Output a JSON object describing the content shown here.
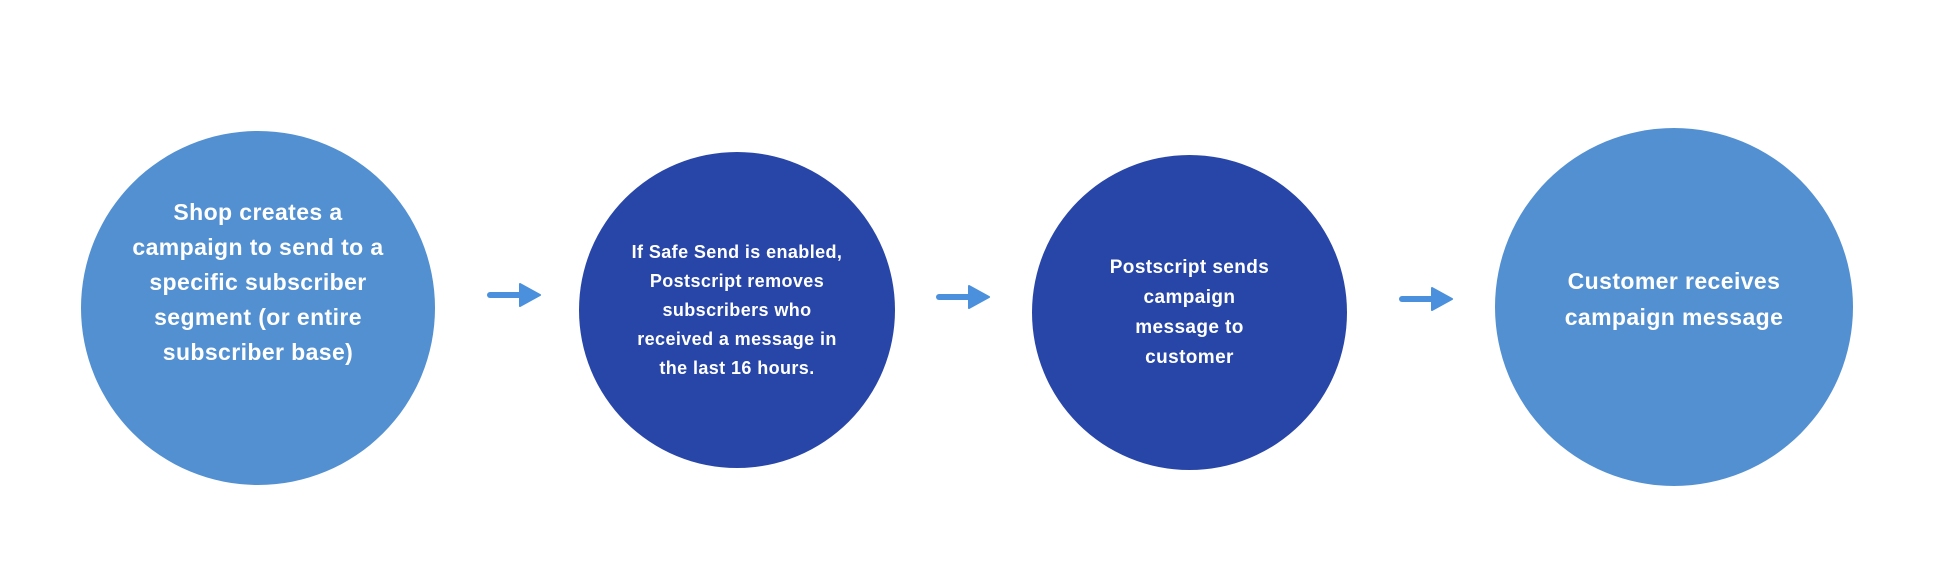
{
  "diagram": {
    "background": "#ffffff",
    "colors": {
      "light_blue": "#5290D2",
      "dark_blue": "#2846A8",
      "arrow": "#4B90DC",
      "text": "#ffffff"
    },
    "steps": [
      {
        "label": "Shop creates a\ncampaign to send to a\nspecific subscriber\nsegment (or entire\nsubscriber base)",
        "fill": "#5290D2"
      },
      {
        "label": "If Safe Send is enabled,\nPostscript removes\nsubscribers who\nreceived a message in\nthe last 16 hours.",
        "fill": "#2846A8"
      },
      {
        "label": "Postscript sends\ncampaign\nmessage to\ncustomer",
        "fill": "#2846A8"
      },
      {
        "label": "Customer receives\ncampaign message",
        "fill": "#5290D2"
      }
    ]
  }
}
